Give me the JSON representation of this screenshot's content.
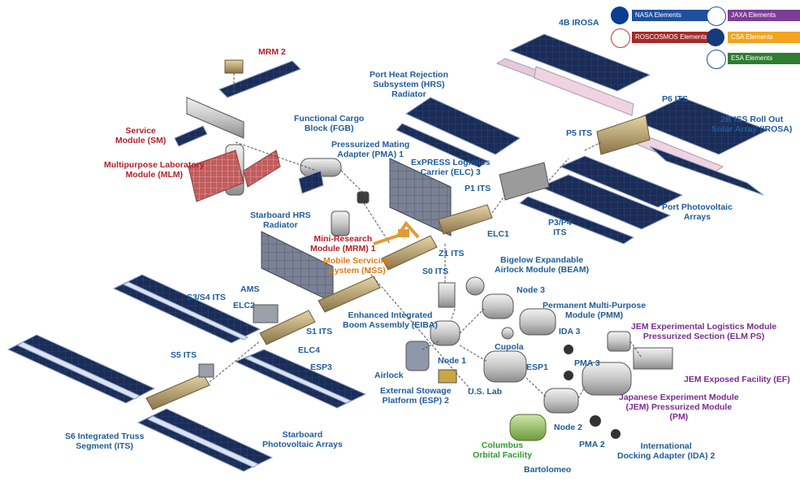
{
  "legend": [
    {
      "key": "nasa",
      "label": "NASA Elements",
      "color": "#1f4fa0"
    },
    {
      "key": "roscosmos",
      "label": "ROSCOSMOS Elements",
      "color": "#a52a2a"
    },
    {
      "key": "jaxa",
      "label": "JAXA Elements",
      "color": "#7d3c98"
    },
    {
      "key": "csa",
      "label": "CSA Elements",
      "color": "#f2a421"
    },
    {
      "key": "esa",
      "label": "ESA Elements",
      "color": "#2e7d32"
    }
  ],
  "labels": {
    "mrm2": "MRM 2",
    "sm": [
      "Service",
      "Module (SM)"
    ],
    "mlm": [
      "Multipurpose Laboratory",
      "Module (MLM)"
    ],
    "fgb": [
      "Functional Cargo",
      "Block (FGB)"
    ],
    "pma1": [
      "Pressurized Mating",
      "Adapter (PMA) 1"
    ],
    "hrs_port": [
      "Port Heat Rejection",
      "Subsystem (HRS)",
      "Radiator"
    ],
    "elc3": [
      "ExPRESS Logistics",
      "Carrier (ELC) 3"
    ],
    "irosa4b": "4B IROSA",
    "p6": "P6 ITS",
    "irosa2b": [
      "2B ISS Roll Out",
      "Solar Array (IROSA)"
    ],
    "p5": "P5 ITS",
    "p1": "P1 ITS",
    "p3p4": [
      "P3/P4",
      "ITS"
    ],
    "elc1": "ELC1",
    "port_pv": [
      "Port Photovoltaic",
      "Arrays"
    ],
    "hrs_stbd": [
      "Starboard HRS",
      "Radiator"
    ],
    "mrm1": [
      "Mini-Research",
      "Module (MRM) 1"
    ],
    "mss": [
      "Mobile Servicing",
      "System (MSS)"
    ],
    "z1": "Z1 ITS",
    "s0": "S0 ITS",
    "beam": [
      "Bigelow Expandable",
      "Airlock Module (BEAM)"
    ],
    "ams": "AMS",
    "s3s4": "S3/S4 ITS",
    "elc2": "ELC2",
    "eiba": [
      "Enhanced Integrated",
      "Boom Assembly (EIBA)"
    ],
    "s1": "S1 ITS",
    "node3": "Node 3",
    "pmm": [
      "Permanent Multi-Purpose",
      "Module (PMM)"
    ],
    "elc4": "ELC4",
    "s5": "S5 ITS",
    "esp3": "ESP3",
    "node1": "Node 1",
    "ida3": "IDA 3",
    "cupola": "Cupola",
    "elm": [
      "JEM Experimental Logistics Module",
      "Pressurized Section (ELM PS)"
    ],
    "airlock": "Airlock",
    "esp1": "ESP1",
    "pma3": "PMA 3",
    "ef": "JEM Exposed Facility (EF)",
    "esp2": [
      "External Stowage",
      "Platform (ESP) 2"
    ],
    "uslab": "U.S. Lab",
    "jem": [
      "Japanese Experiment Module",
      "(JEM) Pressurized Module",
      "(PM)"
    ],
    "s6": [
      "S6 Integrated Truss",
      "Segment (ITS)"
    ],
    "stbd_pv": [
      "Starboard",
      "Photovoltaic Arrays"
    ],
    "node2": "Node 2",
    "columbus": [
      "Columbus",
      "Orbital Facility"
    ],
    "pma2": "PMA 2",
    "ida2": [
      "International",
      "Docking Adapter (IDA) 2"
    ],
    "bartolomeo": "Bartolomeo"
  },
  "colors": {
    "panel": "#16294f",
    "panel_edge": "#8fa3c8",
    "pink_array": "#efd3e0",
    "module_silver": "#cfcfcf",
    "truss_gold": "#b59b5e",
    "radiator": "#6d7488"
  }
}
